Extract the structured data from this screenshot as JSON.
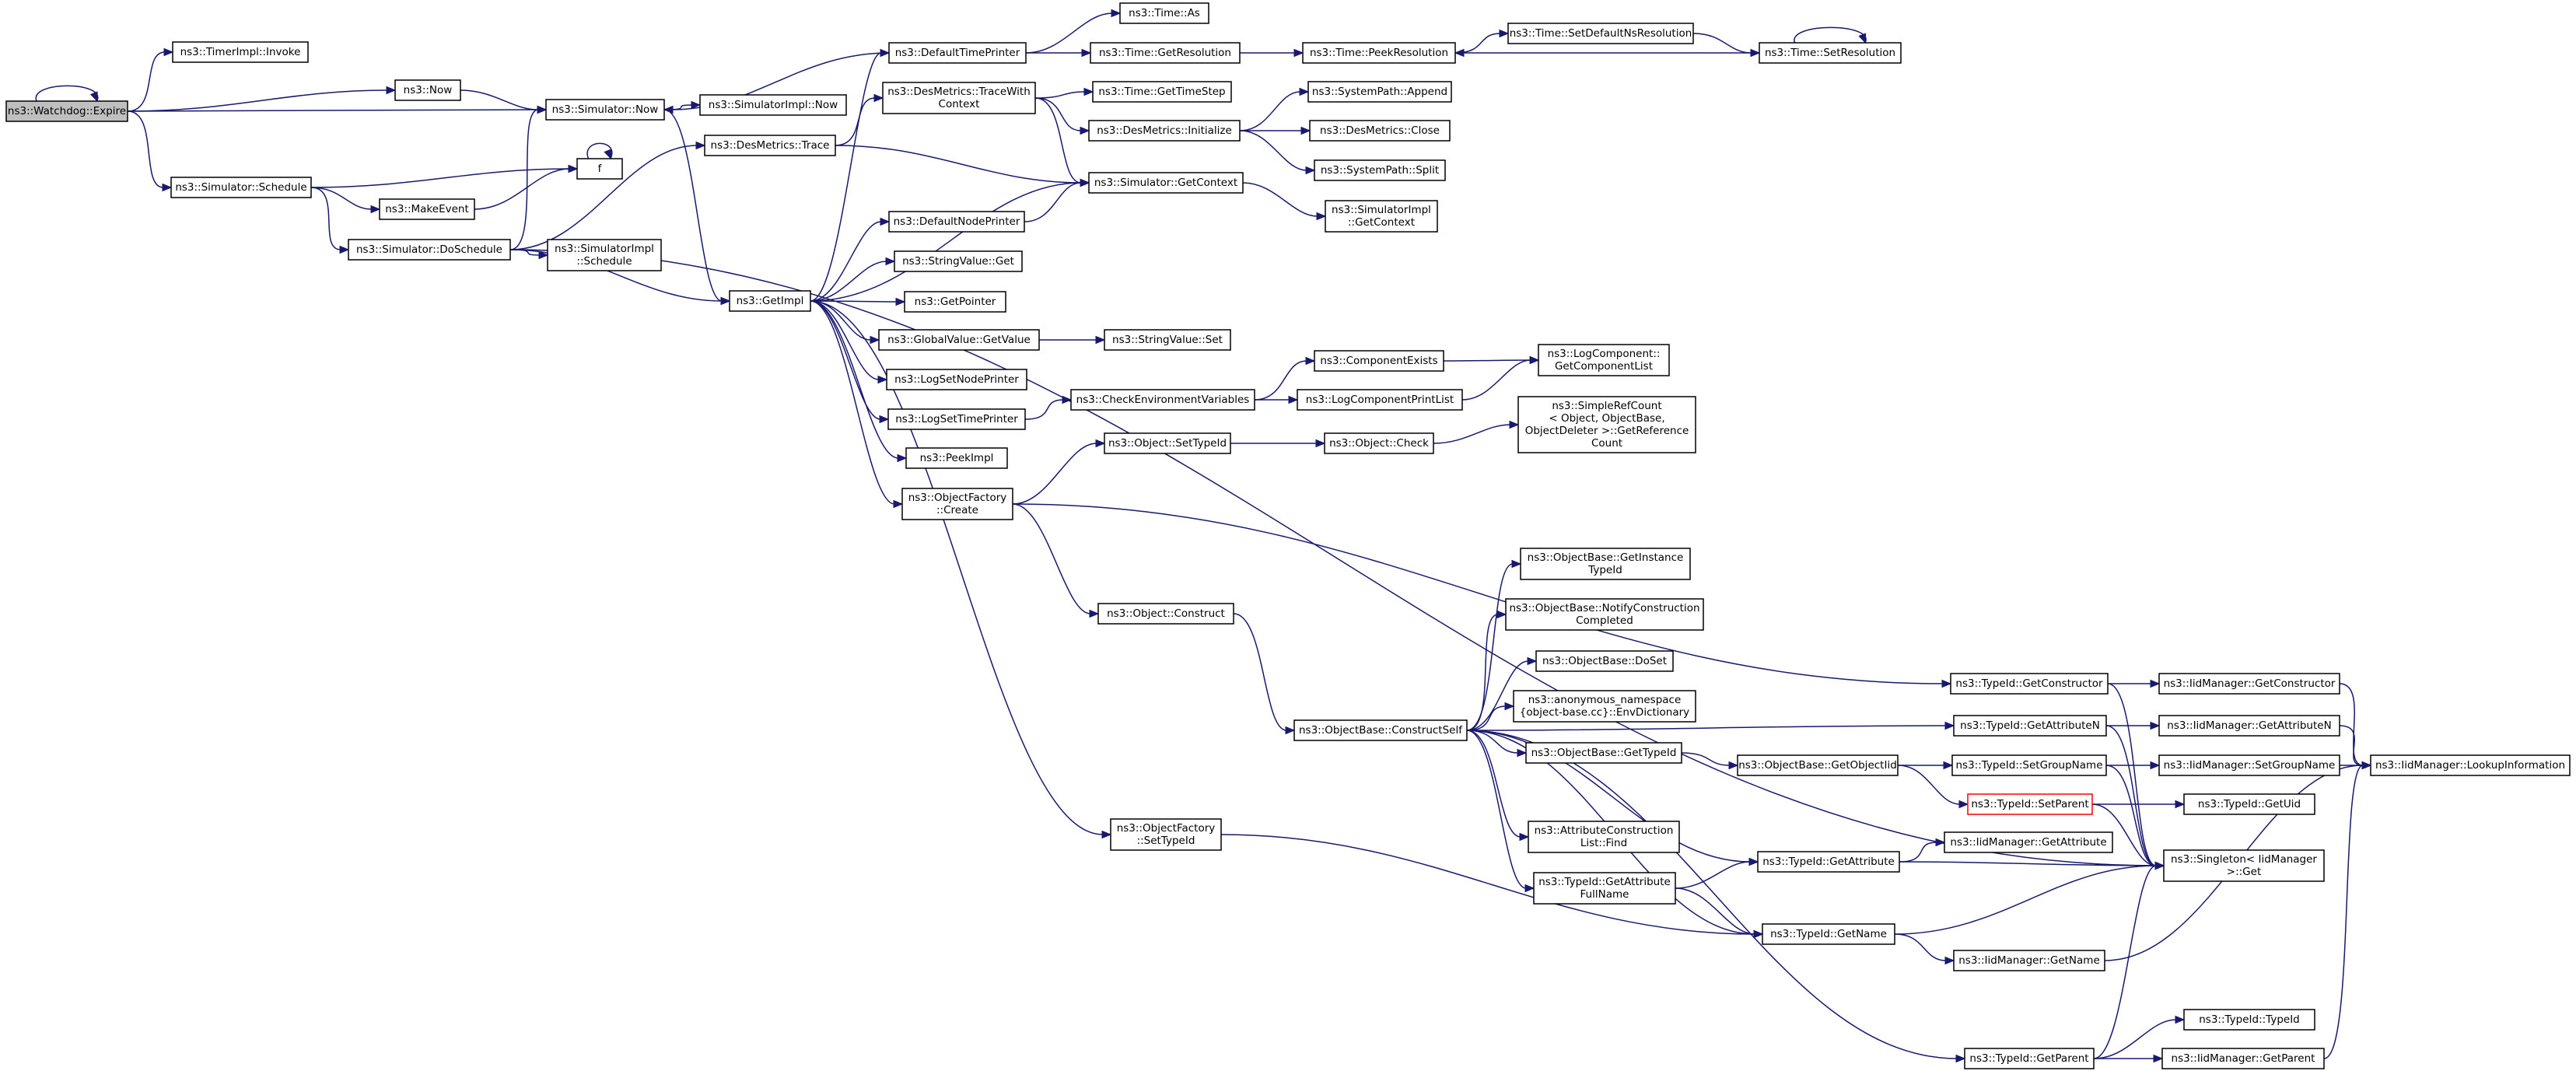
{
  "graph": {
    "title": "",
    "colors": {
      "edge": "#191970",
      "root_fill": "#bfbfbf",
      "node_fill": "#ffffff",
      "node_border": "#000000",
      "missing_border": "#ff0000"
    },
    "nodes": [
      {
        "id": "watchdog_expire",
        "lines": [
          "ns3::Watchdog::Expire"
        ],
        "style": "root"
      },
      {
        "id": "timerimpl_invoke",
        "lines": [
          "ns3::TimerImpl::Invoke"
        ]
      },
      {
        "id": "now",
        "lines": [
          "ns3::Now"
        ]
      },
      {
        "id": "sim_now",
        "lines": [
          "ns3::Simulator::Now"
        ]
      },
      {
        "id": "simimpl_now",
        "lines": [
          "ns3::SimulatorImpl::Now"
        ]
      },
      {
        "id": "sim_schedule",
        "lines": [
          "ns3::Simulator::Schedule"
        ]
      },
      {
        "id": "makeevent",
        "lines": [
          "ns3::MakeEvent"
        ]
      },
      {
        "id": "f",
        "lines": [
          "f"
        ]
      },
      {
        "id": "sim_doschedule",
        "lines": [
          "ns3::Simulator::DoSchedule"
        ]
      },
      {
        "id": "simimpl_schedule",
        "lines": [
          "ns3::SimulatorImpl",
          "::Schedule"
        ]
      },
      {
        "id": "desmetrics_trace",
        "lines": [
          "ns3::DesMetrics::Trace"
        ]
      },
      {
        "id": "getimpl",
        "lines": [
          "ns3::GetImpl"
        ]
      },
      {
        "id": "defaulttimeprinter",
        "lines": [
          "ns3::DefaultTimePrinter"
        ]
      },
      {
        "id": "desmetrics_tracewith",
        "lines": [
          "ns3::DesMetrics::TraceWith",
          "Context"
        ]
      },
      {
        "id": "defaultnodeprinter",
        "lines": [
          "ns3::DefaultNodePrinter"
        ]
      },
      {
        "id": "stringvalue_get",
        "lines": [
          "ns3::StringValue::Get"
        ]
      },
      {
        "id": "getpointer",
        "lines": [
          "ns3::GetPointer"
        ]
      },
      {
        "id": "globalvalue_getvalue",
        "lines": [
          "ns3::GlobalValue::GetValue"
        ]
      },
      {
        "id": "logsetnodeprinter",
        "lines": [
          "ns3::LogSetNodePrinter"
        ]
      },
      {
        "id": "logsettimeprinter",
        "lines": [
          "ns3::LogSetTimePrinter"
        ]
      },
      {
        "id": "peekimpl",
        "lines": [
          "ns3::PeekImpl"
        ]
      },
      {
        "id": "objectfactory_create",
        "lines": [
          "ns3::ObjectFactory",
          "::Create"
        ]
      },
      {
        "id": "objectfactory_settypeid",
        "lines": [
          "ns3::ObjectFactory",
          "::SetTypeId"
        ]
      },
      {
        "id": "time_as",
        "lines": [
          "ns3::Time::As"
        ]
      },
      {
        "id": "time_getresolution",
        "lines": [
          "ns3::Time::GetResolution"
        ]
      },
      {
        "id": "time_gettimestep",
        "lines": [
          "ns3::Time::GetTimeStep"
        ]
      },
      {
        "id": "desmetrics_initialize",
        "lines": [
          "ns3::DesMetrics::Initialize"
        ]
      },
      {
        "id": "sim_getcontext",
        "lines": [
          "ns3::Simulator::GetContext"
        ]
      },
      {
        "id": "stringvalue_set",
        "lines": [
          "ns3::StringValue::Set"
        ]
      },
      {
        "id": "checkenvvars",
        "lines": [
          "ns3::CheckEnvironmentVariables"
        ]
      },
      {
        "id": "object_settypeid",
        "lines": [
          "ns3::Object::SetTypeId"
        ]
      },
      {
        "id": "object_construct",
        "lines": [
          "ns3::Object::Construct"
        ]
      },
      {
        "id": "time_peekresolution",
        "lines": [
          "ns3::Time::PeekResolution"
        ]
      },
      {
        "id": "systempath_append",
        "lines": [
          "ns3::SystemPath::Append"
        ]
      },
      {
        "id": "desmetrics_close",
        "lines": [
          "ns3::DesMetrics::Close"
        ]
      },
      {
        "id": "systempath_split",
        "lines": [
          "ns3::SystemPath::Split"
        ]
      },
      {
        "id": "simimpl_getcontext",
        "lines": [
          "ns3::SimulatorImpl",
          "::GetContext"
        ]
      },
      {
        "id": "componentexists",
        "lines": [
          "ns3::ComponentExists"
        ]
      },
      {
        "id": "logcomponentprintlist",
        "lines": [
          "ns3::LogComponentPrintList"
        ]
      },
      {
        "id": "object_check",
        "lines": [
          "ns3::Object::Check"
        ]
      },
      {
        "id": "objectbase_constructself",
        "lines": [
          "ns3::ObjectBase::ConstructSelf"
        ]
      },
      {
        "id": "time_setdefaultns",
        "lines": [
          "ns3::Time::SetDefaultNsResolution"
        ]
      },
      {
        "id": "time_setresolution",
        "lines": [
          "ns3::Time::SetResolution"
        ]
      },
      {
        "id": "logcomponent_getlist",
        "lines": [
          "ns3::LogComponent::",
          "GetComponentList"
        ]
      },
      {
        "id": "simplerefcount",
        "lines": [
          "ns3::SimpleRefCount",
          "< Object, ObjectBase,",
          " ObjectDeleter >::GetReference",
          "Count"
        ]
      },
      {
        "id": "ob_getinstancetypeid",
        "lines": [
          "ns3::ObjectBase::GetInstance",
          "TypeId"
        ]
      },
      {
        "id": "ob_notifyconstruction",
        "lines": [
          "ns3::ObjectBase::NotifyConstruction",
          "Completed"
        ]
      },
      {
        "id": "ob_doset",
        "lines": [
          "ns3::ObjectBase::DoSet"
        ]
      },
      {
        "id": "anon_envdictionary",
        "lines": [
          "ns3::anonymous_namespace",
          "{object-base.cc}::EnvDictionary"
        ]
      },
      {
        "id": "ob_gettypeid",
        "lines": [
          "ns3::ObjectBase::GetTypeId"
        ]
      },
      {
        "id": "attrconstructionlist_find",
        "lines": [
          "ns3::AttributeConstruction",
          "List::Find"
        ]
      },
      {
        "id": "typeid_getattributefullname",
        "lines": [
          "ns3::TypeId::GetAttribute",
          "FullName"
        ]
      },
      {
        "id": "ob_getobjectiid",
        "lines": [
          "ns3::ObjectBase::GetObjectIid"
        ]
      },
      {
        "id": "typeid_getattribute",
        "lines": [
          "ns3::TypeId::GetAttribute"
        ]
      },
      {
        "id": "typeid_getname",
        "lines": [
          "ns3::TypeId::GetName"
        ]
      },
      {
        "id": "typeid_getconstructor",
        "lines": [
          "ns3::TypeId::GetConstructor"
        ]
      },
      {
        "id": "typeid_getattributen",
        "lines": [
          "ns3::TypeId::GetAttributeN"
        ]
      },
      {
        "id": "typeid_setgroupname",
        "lines": [
          "ns3::TypeId::SetGroupName"
        ]
      },
      {
        "id": "typeid_setparent",
        "lines": [
          "ns3::TypeId::SetParent"
        ],
        "style": "missing"
      },
      {
        "id": "iidmanager_getattribute",
        "lines": [
          "ns3::IidManager::GetAttribute"
        ]
      },
      {
        "id": "iidmanager_getname",
        "lines": [
          "ns3::IidManager::GetName"
        ]
      },
      {
        "id": "typeid_getparent",
        "lines": [
          "ns3::TypeId::GetParent"
        ]
      },
      {
        "id": "iidmanager_getconstructor",
        "lines": [
          "ns3::IidManager::GetConstructor"
        ]
      },
      {
        "id": "iidmanager_getattributen",
        "lines": [
          "ns3::IidManager::GetAttributeN"
        ]
      },
      {
        "id": "iidmanager_setgroupname",
        "lines": [
          "ns3::IidManager::SetGroupName"
        ]
      },
      {
        "id": "typeid_getuid",
        "lines": [
          "ns3::TypeId::GetUid"
        ]
      },
      {
        "id": "singleton_get",
        "lines": [
          "ns3::Singleton< IidManager",
          " >::Get"
        ]
      },
      {
        "id": "typeid_typeid",
        "lines": [
          "ns3::TypeId::TypeId"
        ]
      },
      {
        "id": "iidmanager_getparent",
        "lines": [
          "ns3::IidManager::GetParent"
        ]
      },
      {
        "id": "iidmanager_lookupinformation",
        "lines": [
          "ns3::IidManager::LookupInformation"
        ]
      }
    ],
    "edges": [
      [
        "watchdog_expire",
        "watchdog_expire"
      ],
      [
        "watchdog_expire",
        "timerimpl_invoke"
      ],
      [
        "watchdog_expire",
        "now"
      ],
      [
        "watchdog_expire",
        "sim_now"
      ],
      [
        "watchdog_expire",
        "sim_schedule"
      ],
      [
        "now",
        "sim_now"
      ],
      [
        "sim_now",
        "simimpl_now"
      ],
      [
        "sim_now",
        "getimpl"
      ],
      [
        "sim_schedule",
        "makeevent"
      ],
      [
        "sim_schedule",
        "f"
      ],
      [
        "sim_schedule",
        "sim_doschedule"
      ],
      [
        "makeevent",
        "f"
      ],
      [
        "f",
        "f"
      ],
      [
        "sim_doschedule",
        "sim_now"
      ],
      [
        "sim_doschedule",
        "desmetrics_trace"
      ],
      [
        "sim_doschedule",
        "simimpl_schedule"
      ],
      [
        "sim_doschedule",
        "getimpl"
      ],
      [
        "sim_doschedule",
        "singleton_get"
      ],
      [
        "desmetrics_trace",
        "desmetrics_tracewith"
      ],
      [
        "desmetrics_trace",
        "sim_getcontext"
      ],
      [
        "getimpl",
        "defaulttimeprinter"
      ],
      [
        "getimpl",
        "sim_getcontext"
      ],
      [
        "getimpl",
        "defaultnodeprinter"
      ],
      [
        "getimpl",
        "stringvalue_get"
      ],
      [
        "getimpl",
        "getpointer"
      ],
      [
        "getimpl",
        "globalvalue_getvalue"
      ],
      [
        "getimpl",
        "logsetnodeprinter"
      ],
      [
        "getimpl",
        "logsettimeprinter"
      ],
      [
        "getimpl",
        "peekimpl"
      ],
      [
        "getimpl",
        "objectfactory_create"
      ],
      [
        "getimpl",
        "objectfactory_settypeid"
      ],
      [
        "defaulttimeprinter",
        "sim_now"
      ],
      [
        "defaulttimeprinter",
        "time_as"
      ],
      [
        "defaulttimeprinter",
        "time_getresolution"
      ],
      [
        "desmetrics_tracewith",
        "time_gettimestep"
      ],
      [
        "desmetrics_tracewith",
        "desmetrics_initialize"
      ],
      [
        "desmetrics_tracewith",
        "sim_getcontext"
      ],
      [
        "defaultnodeprinter",
        "sim_getcontext"
      ],
      [
        "globalvalue_getvalue",
        "stringvalue_set"
      ],
      [
        "logsettimeprinter",
        "checkenvvars"
      ],
      [
        "objectfactory_create",
        "object_settypeid"
      ],
      [
        "objectfactory_create",
        "object_construct"
      ],
      [
        "objectfactory_create",
        "typeid_getconstructor"
      ],
      [
        "objectfactory_settypeid",
        "typeid_getname"
      ],
      [
        "time_getresolution",
        "time_peekresolution"
      ],
      [
        "time_peekresolution",
        "time_setdefaultns"
      ],
      [
        "time_setdefaultns",
        "time_setresolution"
      ],
      [
        "time_setresolution",
        "time_setresolution"
      ],
      [
        "time_setresolution",
        "time_peekresolution"
      ],
      [
        "desmetrics_initialize",
        "systempath_append"
      ],
      [
        "desmetrics_initialize",
        "desmetrics_close"
      ],
      [
        "desmetrics_initialize",
        "systempath_split"
      ],
      [
        "sim_getcontext",
        "simimpl_getcontext"
      ],
      [
        "checkenvvars",
        "componentexists"
      ],
      [
        "checkenvvars",
        "logcomponentprintlist"
      ],
      [
        "componentexists",
        "logcomponent_getlist"
      ],
      [
        "logcomponentprintlist",
        "logcomponent_getlist"
      ],
      [
        "object_settypeid",
        "object_check"
      ],
      [
        "object_check",
        "simplerefcount"
      ],
      [
        "object_construct",
        "objectbase_constructself"
      ],
      [
        "objectbase_constructself",
        "ob_getinstancetypeid"
      ],
      [
        "objectbase_constructself",
        "ob_notifyconstruction"
      ],
      [
        "objectbase_constructself",
        "ob_doset"
      ],
      [
        "objectbase_constructself",
        "anon_envdictionary"
      ],
      [
        "objectbase_constructself",
        "ob_gettypeid"
      ],
      [
        "objectbase_constructself",
        "attrconstructionlist_find"
      ],
      [
        "objectbase_constructself",
        "typeid_getattributefullname"
      ],
      [
        "objectbase_constructself",
        "typeid_getattribute"
      ],
      [
        "objectbase_constructself",
        "typeid_getname"
      ],
      [
        "objectbase_constructself",
        "typeid_getattributen"
      ],
      [
        "objectbase_constructself",
        "typeid_getparent"
      ],
      [
        "ob_gettypeid",
        "ob_getobjectiid"
      ],
      [
        "ob_getobjectiid",
        "typeid_setgroupname"
      ],
      [
        "ob_getobjectiid",
        "typeid_setparent"
      ],
      [
        "typeid_getattributefullname",
        "typeid_getattribute"
      ],
      [
        "typeid_getattributefullname",
        "typeid_getname"
      ],
      [
        "typeid_getattribute",
        "iidmanager_getattribute"
      ],
      [
        "typeid_getattribute",
        "singleton_get"
      ],
      [
        "typeid_getname",
        "iidmanager_getname"
      ],
      [
        "typeid_getname",
        "singleton_get"
      ],
      [
        "typeid_getconstructor",
        "iidmanager_getconstructor"
      ],
      [
        "typeid_getconstructor",
        "singleton_get"
      ],
      [
        "typeid_getattributen",
        "iidmanager_getattributen"
      ],
      [
        "typeid_getattributen",
        "singleton_get"
      ],
      [
        "typeid_setgroupname",
        "iidmanager_setgroupname"
      ],
      [
        "typeid_setgroupname",
        "singleton_get"
      ],
      [
        "typeid_setparent",
        "typeid_getuid"
      ],
      [
        "typeid_setparent",
        "singleton_get"
      ],
      [
        "typeid_getparent",
        "typeid_typeid"
      ],
      [
        "typeid_getparent",
        "iidmanager_getparent"
      ],
      [
        "typeid_getparent",
        "singleton_get"
      ],
      [
        "iidmanager_getconstructor",
        "iidmanager_lookupinformation"
      ],
      [
        "iidmanager_getattributen",
        "iidmanager_lookupinformation"
      ],
      [
        "iidmanager_setgroupname",
        "iidmanager_lookupinformation"
      ],
      [
        "iidmanager_getname",
        "iidmanager_lookupinformation"
      ],
      [
        "iidmanager_getparent",
        "iidmanager_lookupinformation"
      ]
    ]
  }
}
